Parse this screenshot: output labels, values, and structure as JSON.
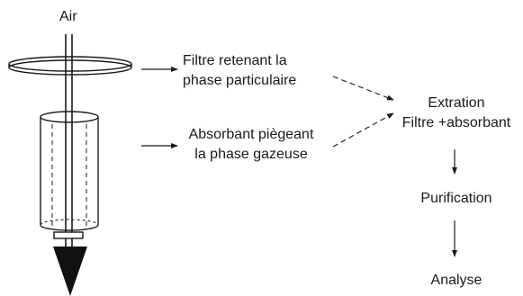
{
  "diagram": {
    "input_label": "Air",
    "filter_label": [
      "Filtre retenant la",
      "phase particulaire"
    ],
    "absorbent_label": [
      "Absorbant piègeant",
      "la phase gazeuse"
    ],
    "extraction_label": [
      "Extration",
      "Filtre +absorbant"
    ],
    "purification_label": "Purification",
    "analysis_label": "Analyse"
  },
  "colors": {
    "stroke": "#1a1a1a",
    "background": "#ffffff"
  }
}
